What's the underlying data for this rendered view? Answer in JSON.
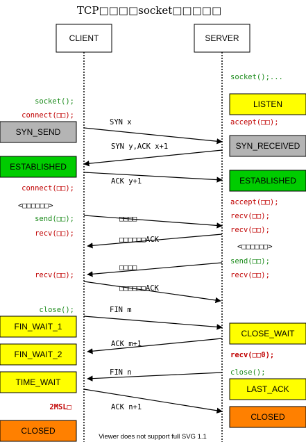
{
  "title": "TCP□□□□socket□□□□□",
  "client_label": "CLIENT",
  "server_label": "SERVER",
  "client_calls": [
    {
      "text": "socket();",
      "color": "green"
    },
    {
      "text": "connect(□□);",
      "color": "red"
    },
    {
      "text": "connect(□□);",
      "color": "red"
    },
    {
      "text": "<□□□□□□>",
      "color": "black"
    },
    {
      "text": "send(□□);",
      "color": "green"
    },
    {
      "text": "recv(□□);",
      "color": "red"
    },
    {
      "text": "recv(□□);",
      "color": "red"
    },
    {
      "text": "close();",
      "color": "green"
    },
    {
      "text": "2MSL□",
      "color": "red",
      "bold": true
    }
  ],
  "server_calls": [
    {
      "text": "socket();...",
      "color": "green"
    },
    {
      "text": "accept(□□);",
      "color": "red"
    },
    {
      "text": "accept(□□);",
      "color": "red"
    },
    {
      "text": "recv(□□);",
      "color": "red"
    },
    {
      "text": "recv(□□);",
      "color": "red"
    },
    {
      "text": "<□□□□□□>",
      "color": "black"
    },
    {
      "text": "send(□□);",
      "color": "green"
    },
    {
      "text": "recv(□□);",
      "color": "red"
    },
    {
      "text": "recv(□□0);",
      "color": "red",
      "bold": true
    },
    {
      "text": "close();",
      "color": "green"
    }
  ],
  "client_states": [
    {
      "label": "SYN_SEND",
      "fill": "#b4b4b4"
    },
    {
      "label": "ESTABLISHED",
      "fill": "#00cc00"
    },
    {
      "label": "FIN_WAIT_1",
      "fill": "#ffff00"
    },
    {
      "label": "FIN_WAIT_2",
      "fill": "#ffff00"
    },
    {
      "label": "TIME_WAIT",
      "fill": "#ffff00"
    },
    {
      "label": "CLOSED",
      "fill": "#ff8000"
    }
  ],
  "server_states": [
    {
      "label": "LISTEN",
      "fill": "#ffff00"
    },
    {
      "label": "SYN_RECEIVED",
      "fill": "#b4b4b4"
    },
    {
      "label": "ESTABLISHED",
      "fill": "#00cc00"
    },
    {
      "label": "CLOSE_WAIT",
      "fill": "#ffff00"
    },
    {
      "label": "LAST_ACK",
      "fill": "#ffff00"
    },
    {
      "label": "CLOSED",
      "fill": "#ff8000"
    }
  ],
  "messages": [
    {
      "label": "SYN x",
      "direction": "to-server"
    },
    {
      "label": "SYN y,ACK x+1",
      "direction": "to-client"
    },
    {
      "label": "ACK y+1",
      "direction": "to-server"
    },
    {
      "label": "□□□□",
      "direction": "to-server"
    },
    {
      "label": "□□□□□□ACK",
      "direction": "to-client"
    },
    {
      "label": "□□□□",
      "direction": "to-client"
    },
    {
      "label": "□□□□□□ACK",
      "direction": "to-server"
    },
    {
      "label": "FIN m",
      "direction": "to-server"
    },
    {
      "label": "ACK m+1",
      "direction": "to-client"
    },
    {
      "label": "FIN n",
      "direction": "to-client"
    },
    {
      "label": "ACK n+1",
      "direction": "to-server"
    }
  ],
  "footer_note": "Viewer does not support full SVG 1.1",
  "colors": {
    "green": "#1a8a1a",
    "red": "#c00000",
    "black": "#000000",
    "border": "#000000"
  }
}
